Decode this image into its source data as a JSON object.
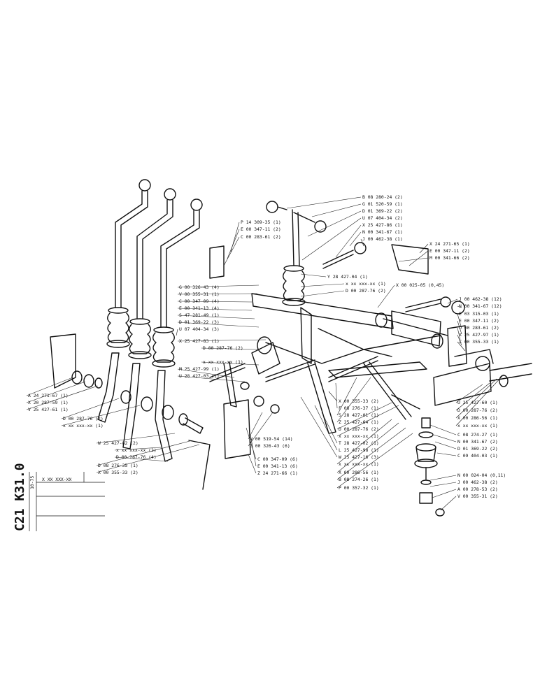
{
  "sheet": {
    "code": "C21 K31.0",
    "date": "10-75",
    "part_box": "X XX XXX-XX"
  },
  "labels": [
    "B 08 280-24 (2)",
    "G 01 520-59 (1)",
    "D 01 369-22 (2)",
    "U 07 404-34 (2)",
    "X 25 427-86 (1)",
    "N 00 341-67 (1)",
    "J 00 462-38 (1)",
    "X 24 271-65 (1)",
    "E 00 347-11 (2)",
    "M 00 341-66 (2)",
    "Y 28 427-04 (1)",
    "x xx xxx-xx (1)",
    "D 00 287-76 (2)",
    "X 00 025-05 (0,45)",
    "J 00 462-38 (12)",
    "N 00 341-67 (12)",
    "E 03 315-03 (1)",
    "E 00 347-11 (2)",
    "C 00 283-61 (2)",
    "X 25 427-97 (1)",
    "X 00 355-33 (1)",
    "P 14 309-35 (1)",
    "E 00 347-11 (2)",
    "C 00 283-61 (2)",
    "G 00 326-43 (4)",
    "V 00 355-31 (1)",
    "C 00 347-09 (4)",
    "E 00 341-13 (4)",
    "S 47 281-49 (1)",
    "D 01 369-22 (3)",
    "U 07 404-34 (3)",
    "X 25 427-83 (1)",
    "D 00 287-76 (2)",
    "x xx xxx-xx (1)",
    "M 25 427-99 (1)",
    "U 28 427-03 (1)",
    "A 24 271-67 (1)",
    "X 20 287-59 (1)",
    "V 25 427-61 (1)",
    "D 00 287-76 (2)",
    "x xx xxx-xx (1)",
    "W 00 519-54 (14)",
    "G 00 326-43 (6)",
    "X 00 355-33 (2)",
    "F 08 276-37 (1)",
    "S 28 427-01 (1)",
    "Z 25 427-64 (1)",
    "D 00 287-76 (2)",
    "x xx xxx-xx (1)",
    "T 28 427-02 (1)",
    "L 25 427-98 (1)",
    "W 25 427-16 (3)",
    "x xx xxx-xx (1)",
    "X 00 286-56 (1)",
    "B 08 274-26 (1)",
    "P 00 357-32 (1)",
    "W 25 427-82 (2)",
    "x xx xxx-xx (2)",
    "D 00 287-76 (4)",
    "D 08 276-35 (1)",
    "X 00 355-33 (2)",
    "C 00 347-09 (6)",
    "E 00 341-13 (6)",
    "Z 24 271-66 (1)",
    "U 25 427-60 (1)",
    "D 00 287-76 (2)",
    "X 00 286-56 (1)",
    "x xx xxx-xx (1)",
    "C 08 274-27 (1)",
    "N 00 341-67 (2)",
    "D 01 369-22 (2)",
    "C 09 404-03 (1)",
    "N 00 024-04 (0,11)",
    "J 00 462-38 (2)",
    "A 00 278-53 (2)",
    "V 00 355-31 (2)"
  ]
}
